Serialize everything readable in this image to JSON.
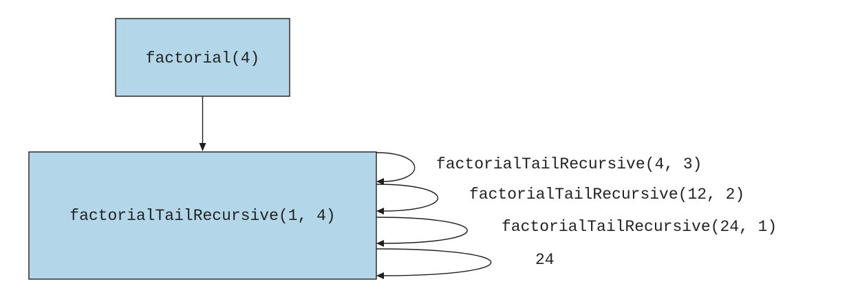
{
  "nodes": {
    "top": {
      "label": "factorial(4)"
    },
    "main": {
      "label": "factorialTailRecursive(1, 4)"
    }
  },
  "loops": [
    {
      "label": "factorialTailRecursive(4, 3)"
    },
    {
      "label": "factorialTailRecursive(12, 2)"
    },
    {
      "label": "factorialTailRecursive(24, 1)"
    },
    {
      "label": "24"
    }
  ],
  "colors": {
    "box_fill": "#b3d6e8",
    "stroke": "#1f1f1f",
    "text": "#222222"
  }
}
